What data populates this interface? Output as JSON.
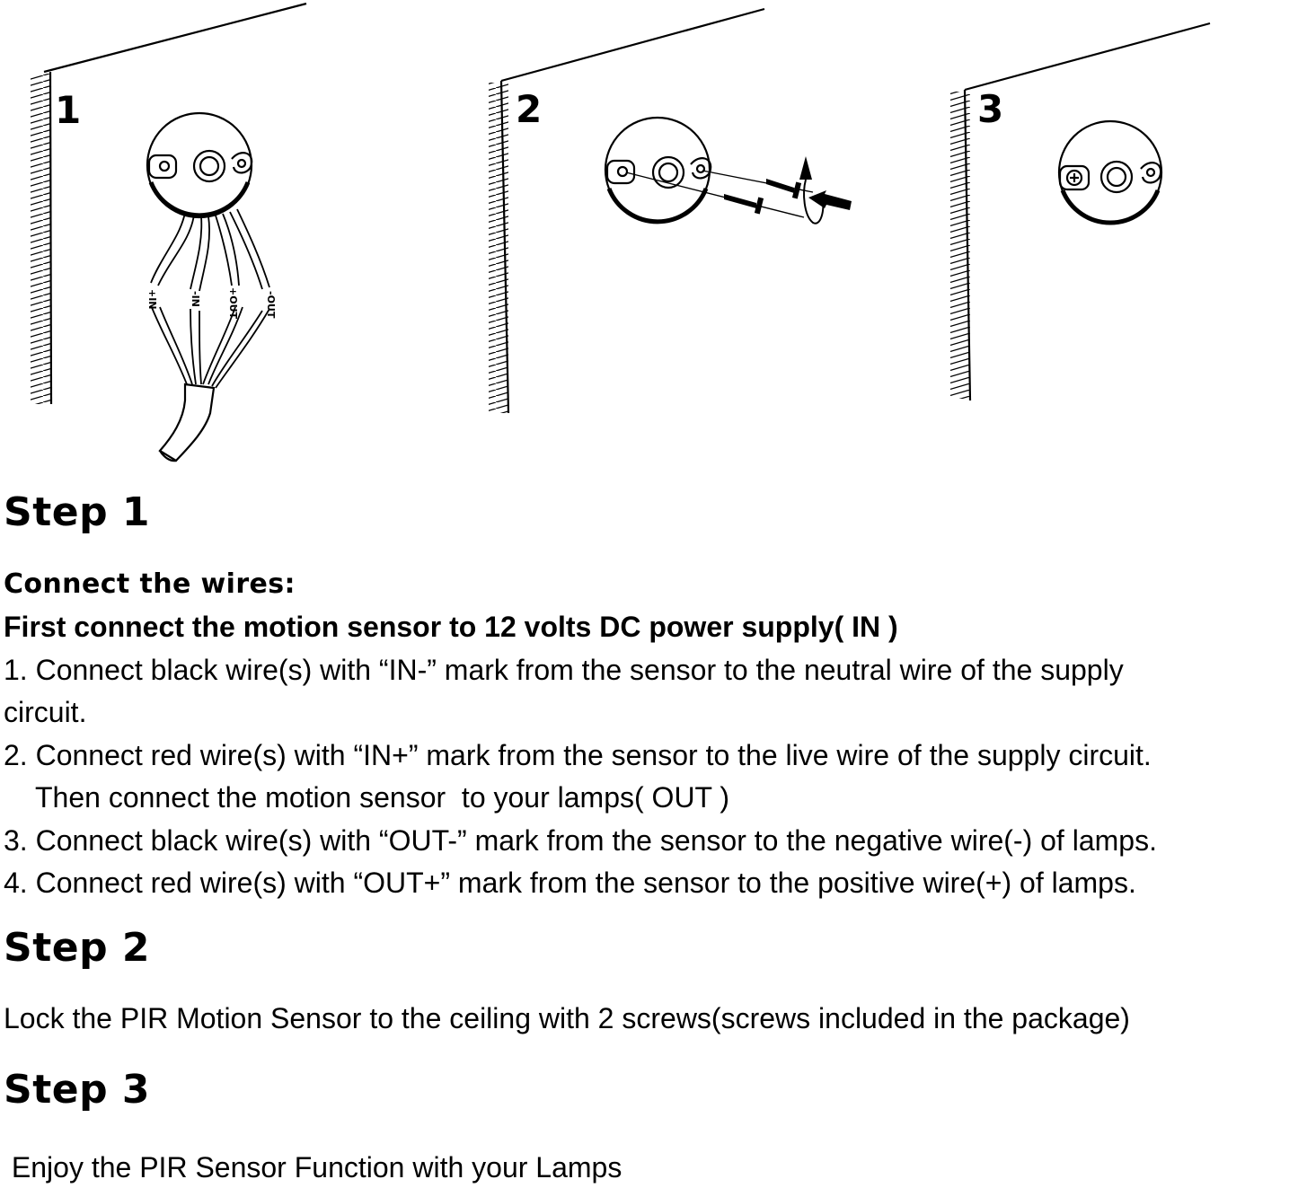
{
  "figures": {
    "panel1": {
      "number": "1",
      "wire_labels": [
        "+IN",
        "-IN",
        "+OUT",
        "-OUT"
      ]
    },
    "panel2": {
      "number": "2"
    },
    "panel3": {
      "number": "3"
    }
  },
  "step1": {
    "heading": "Step 1",
    "subheading": "Connect the wires:",
    "intro": "First connect the motion sensor to 12 volts DC power supply( IN )",
    "lines": [
      "1. Connect black wire(s) with “IN-” mark from the sensor to the neutral wire of the supply",
      "circuit.",
      "2. Connect red wire(s) with “IN+” mark from the sensor to the live wire of the supply circuit.",
      "    Then connect the motion sensor  to your lamps( OUT )",
      "3. Connect black wire(s) with “OUT-” mark from the sensor to the negative wire(-) of lamps.",
      "4. Connect red wire(s) with “OUT+” mark from the sensor to the positive wire(+) of  lamps."
    ]
  },
  "step2": {
    "heading": "Step 2",
    "text": "Lock the PIR Motion Sensor to the ceiling with 2 screws(screws included in the package)"
  },
  "step3": {
    "heading": "Step 3",
    "text": " Enjoy the PIR Sensor Function with your Lamps"
  }
}
